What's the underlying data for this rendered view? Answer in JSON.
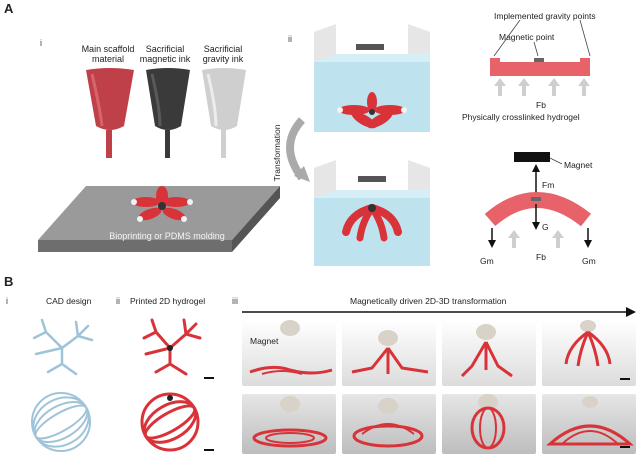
{
  "panel_a": {
    "letter": "A",
    "sub_i": "i",
    "sub_ii": "ii",
    "nozzles": [
      {
        "label": "Main scaffold material",
        "color": "#c0404a"
      },
      {
        "label": "Sacrificial magnetic ink",
        "color": "#3a3a3a"
      },
      {
        "label": "Sacrificial gravity ink",
        "color": "#c8c8c8"
      }
    ],
    "platform_label": "Bioprinting or PDMS molding",
    "transformation_label": "Transformation",
    "schematic_top": {
      "gravity_points": "Implemented gravity points",
      "magnetic_point": "Magnetic point",
      "fb": "Fb",
      "hydrogel": "Physically crosslinked hydrogel"
    },
    "schematic_bottom": {
      "magnet": "Magnet",
      "fm": "Fm",
      "g_center": "G",
      "fb": "Fb",
      "g_left": "Gm",
      "g_right": "Gm"
    }
  },
  "panel_b": {
    "letter": "B",
    "sub_i": "i",
    "sub_ii": "ii",
    "sub_iii": "iii",
    "cad_title": "CAD design",
    "printed_title": "Printed 2D hydrogel",
    "transform_title": "Magnetically driven 2D-3D transformation",
    "magnet_label": "Magnet"
  },
  "colors": {
    "hydrogel_red": "#d9333a",
    "cad_blue": "#9fc3d8",
    "water": "#bfe3ee"
  }
}
